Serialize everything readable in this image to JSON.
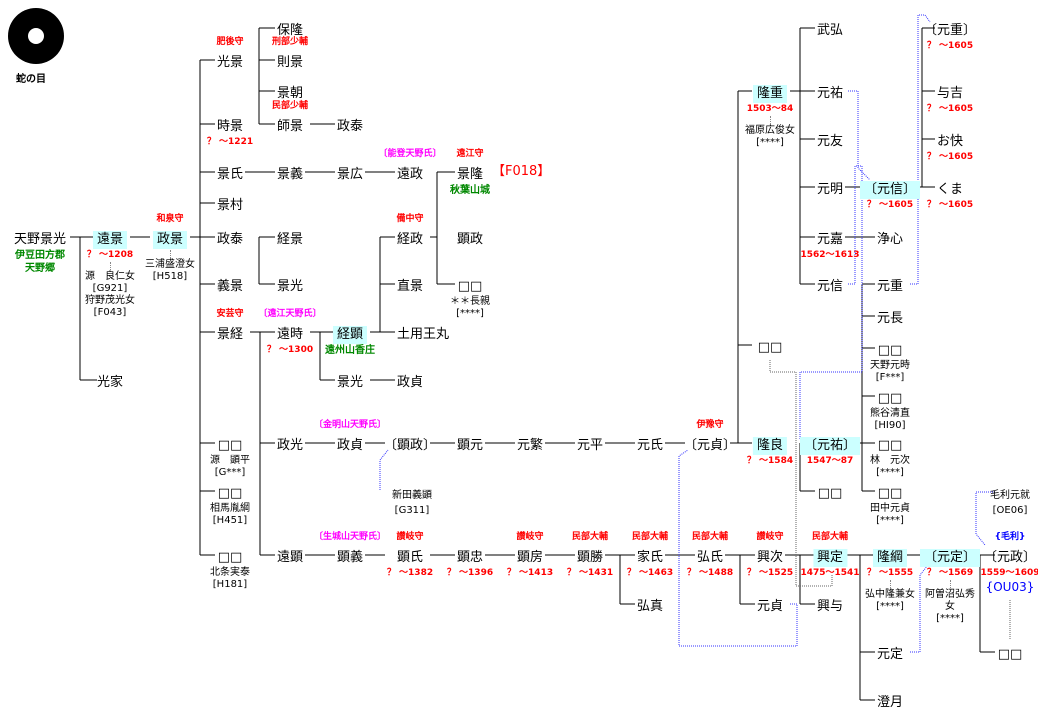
{
  "crest": {
    "label": "蛇の目"
  },
  "colors": {
    "highlight": "#ccffff",
    "title": "#ff0000",
    "branch": "#ff00ff",
    "place": "#008000",
    "adopt": "#0000ff"
  },
  "nodes": [
    {
      "id": "kagemitsu",
      "name": "天野景光",
      "green": [
        "伊豆田方郡",
        "天野郷"
      ]
    },
    {
      "id": "tokage",
      "name": "遠景",
      "hl": true,
      "dates": "？ ～1208",
      "notes": [
        "源　良仁女",
        "[G921]",
        "狩野茂光女",
        "[F043]"
      ]
    },
    {
      "id": "masakage",
      "name": "政景",
      "hl": true,
      "above": "和泉守",
      "aboveColor": "red",
      "notes": [
        "三浦盛澄女",
        "[H518]"
      ]
    },
    {
      "id": "mitsuie",
      "name": "光家"
    },
    {
      "id": "mitsukage",
      "name": "光景",
      "above": "肥後守",
      "aboveColor": "red"
    },
    {
      "id": "tokikage",
      "name": "時景",
      "dates": "？ ～1221"
    },
    {
      "id": "kageuji",
      "name": "景氏"
    },
    {
      "id": "kagemura",
      "name": "景村"
    },
    {
      "id": "masayasu1",
      "name": "政泰"
    },
    {
      "id": "yoshikage",
      "name": "義景"
    },
    {
      "id": "kagetsune",
      "name": "景経",
      "above": "安芸守",
      "aboveColor": "red"
    },
    {
      "id": "d1",
      "name": "□□",
      "notes": [
        "源　顕平",
        "[G***]"
      ]
    },
    {
      "id": "d2",
      "name": "□□",
      "notes": [
        "相馬胤綱",
        "[H451]"
      ]
    },
    {
      "id": "d3",
      "name": "□□",
      "notes": [
        "北条実泰",
        "[H181]"
      ]
    },
    {
      "id": "yasutaka",
      "name": "保隆"
    },
    {
      "id": "norikage",
      "name": "則景",
      "above": "刑部少輔",
      "aboveColor": "red"
    },
    {
      "id": "kagetomo",
      "name": "景朝"
    },
    {
      "id": "morokage",
      "name": "師景",
      "above": "民部少輔",
      "aboveColor": "red"
    },
    {
      "id": "masayasu2",
      "name": "政泰"
    },
    {
      "id": "kageyoshi",
      "name": "景義"
    },
    {
      "id": "kagehiro",
      "name": "景広"
    },
    {
      "id": "tomasa",
      "name": "遠政",
      "above": "〔能登天野氏〕",
      "aboveColor": "magenta"
    },
    {
      "id": "tsunekage",
      "name": "経景"
    },
    {
      "id": "kagemitsu2",
      "name": "景光"
    },
    {
      "id": "totoki",
      "name": "遠時",
      "above": "〔遠江天野氏〕",
      "aboveColor": "magenta",
      "dates": "？ ～1300"
    },
    {
      "id": "tsuneaki",
      "name": "経顕",
      "hl": true,
      "green": [
        "遠州山香庄"
      ]
    },
    {
      "id": "kagemitsu3",
      "name": "景光"
    },
    {
      "id": "masasada1",
      "name": "政貞"
    },
    {
      "id": "tsunemasa",
      "name": "経政",
      "above": "備中守",
      "aboveColor": "red"
    },
    {
      "id": "naokage",
      "name": "直景"
    },
    {
      "id": "doyo",
      "name": "土用王丸"
    },
    {
      "id": "kagetaka",
      "name": "景隆",
      "above": "遠江守",
      "aboveColor": "red",
      "extra": "【F018】",
      "green": [
        "秋葉山城"
      ]
    },
    {
      "id": "akimasa1",
      "name": "顕政"
    },
    {
      "id": "d4",
      "name": "□□",
      "notes": [
        "＊＊長親",
        "[****]"
      ]
    },
    {
      "id": "masamitsu",
      "name": "政光"
    },
    {
      "id": "masasada2",
      "name": "政貞",
      "above": "〔金明山天野氏〕",
      "aboveColor": "magenta"
    },
    {
      "id": "akimasa2",
      "name": "〔顕政〕"
    },
    {
      "id": "nitta",
      "name": "新田義顕",
      "small": true,
      "notes": [
        "[G311]"
      ]
    },
    {
      "id": "akimoto",
      "name": "顕元"
    },
    {
      "id": "motoshige1",
      "name": "元繁"
    },
    {
      "id": "motohira",
      "name": "元平"
    },
    {
      "id": "motouji",
      "name": "元氏"
    },
    {
      "id": "motosada1",
      "name": "〔元貞〕",
      "above": "伊豫守",
      "aboveColor": "red"
    },
    {
      "id": "toaki",
      "name": "遠顕"
    },
    {
      "id": "akiyoshi",
      "name": "顕義",
      "above": "〔生城山天野氏〕",
      "aboveColor": "magenta"
    },
    {
      "id": "akiuji",
      "name": "顕氏",
      "above": "讃岐守",
      "aboveColor": "red",
      "dates": "？ ～1382"
    },
    {
      "id": "akitada",
      "name": "顕忠",
      "dates": "？ ～1396"
    },
    {
      "id": "akifusa",
      "name": "顕房",
      "above": "讃岐守",
      "aboveColor": "red",
      "dates": "？ ～1413"
    },
    {
      "id": "akikatsu",
      "name": "顕勝",
      "above": "民部大輔",
      "aboveColor": "red",
      "dates": "？ ～1431"
    },
    {
      "id": "ieuji",
      "name": "家氏",
      "above": "民部大輔",
      "aboveColor": "red",
      "dates": "？ ～1463"
    },
    {
      "id": "hiromasa",
      "name": "弘真"
    },
    {
      "id": "hirouji",
      "name": "弘氏",
      "above": "民部大輔",
      "aboveColor": "red",
      "dates": "？ ～1488"
    },
    {
      "id": "okitsugu",
      "name": "興次",
      "above": "讃岐守",
      "aboveColor": "red",
      "dates": "？ ～1525"
    },
    {
      "id": "motosada2",
      "name": "元貞"
    },
    {
      "id": "okisada",
      "name": "興定",
      "hl": true,
      "above": "民部大輔",
      "aboveColor": "red",
      "dates": "1475～1541"
    },
    {
      "id": "okiyo",
      "name": "興与"
    },
    {
      "id": "takatsuna",
      "name": "隆綱",
      "hl": true,
      "dates": "？ ～1555",
      "notes": [
        "弘中隆兼女",
        "[****]"
      ]
    },
    {
      "id": "motosada3",
      "name": "元定"
    },
    {
      "id": "chogetsu",
      "name": "澄月"
    },
    {
      "id": "motosada4",
      "name": "〔元定〕",
      "hl": true,
      "dates": "？ ～1569",
      "notes": [
        "阿曽沼弘秀",
        "女",
        "[****]"
      ]
    },
    {
      "id": "motomasa",
      "name": "〔元政〕",
      "above": "{毛利}",
      "aboveColor": "blue",
      "dates": "1559～1609",
      "tag": "{OU03}"
    },
    {
      "id": "motonari",
      "name": "毛利元就",
      "small": true,
      "notes": [
        "[OE06]"
      ]
    },
    {
      "id": "d5",
      "name": "□□"
    },
    {
      "id": "takashige",
      "name": "隆重",
      "hl": true,
      "dates": "1503～84",
      "notes": [
        "福原広俊女",
        "[****]"
      ]
    },
    {
      "id": "d6",
      "name": "□□"
    },
    {
      "id": "takayoshi",
      "name": "隆良",
      "hl": true,
      "dates": "？ ～1584"
    },
    {
      "id": "motosuke2",
      "name": "〔元祐〕",
      "hl": true,
      "dates": "1547～87"
    },
    {
      "id": "d7",
      "name": "□□"
    },
    {
      "id": "takehiro",
      "name": "武弘"
    },
    {
      "id": "motosuke1",
      "name": "元祐"
    },
    {
      "id": "mototomo",
      "name": "元友"
    },
    {
      "id": "motoaki",
      "name": "元明"
    },
    {
      "id": "motoyoshi",
      "name": "元嘉",
      "dates": "1562～1613"
    },
    {
      "id": "motonobu1",
      "name": "元信"
    },
    {
      "id": "motonobu2",
      "name": "〔元信〕",
      "hl": true,
      "dates": "？ ～1605"
    },
    {
      "id": "joshin",
      "name": "浄心"
    },
    {
      "id": "motoshige2",
      "name": "〔元重〕",
      "dates": "？ ～1605"
    },
    {
      "id": "yokichi",
      "name": "与吉",
      "dates": "？ ～1605"
    },
    {
      "id": "okai",
      "name": "お快",
      "dates": "？ ～1605"
    },
    {
      "id": "kuma",
      "name": "くま",
      "dates": "？ ～1605"
    },
    {
      "id": "motoshige3",
      "name": "元重"
    },
    {
      "id": "motonaga",
      "name": "元長"
    },
    {
      "id": "d8",
      "name": "□□",
      "notes": [
        "天野元時",
        "[F***]"
      ]
    },
    {
      "id": "d9",
      "name": "□□",
      "notes": [
        "熊谷清直",
        "[HI90]"
      ]
    },
    {
      "id": "d10",
      "name": "□□",
      "notes": [
        "林　元次",
        "[****]"
      ]
    },
    {
      "id": "d11",
      "name": "□□",
      "notes": [
        "田中元貞",
        "[****]"
      ]
    }
  ]
}
